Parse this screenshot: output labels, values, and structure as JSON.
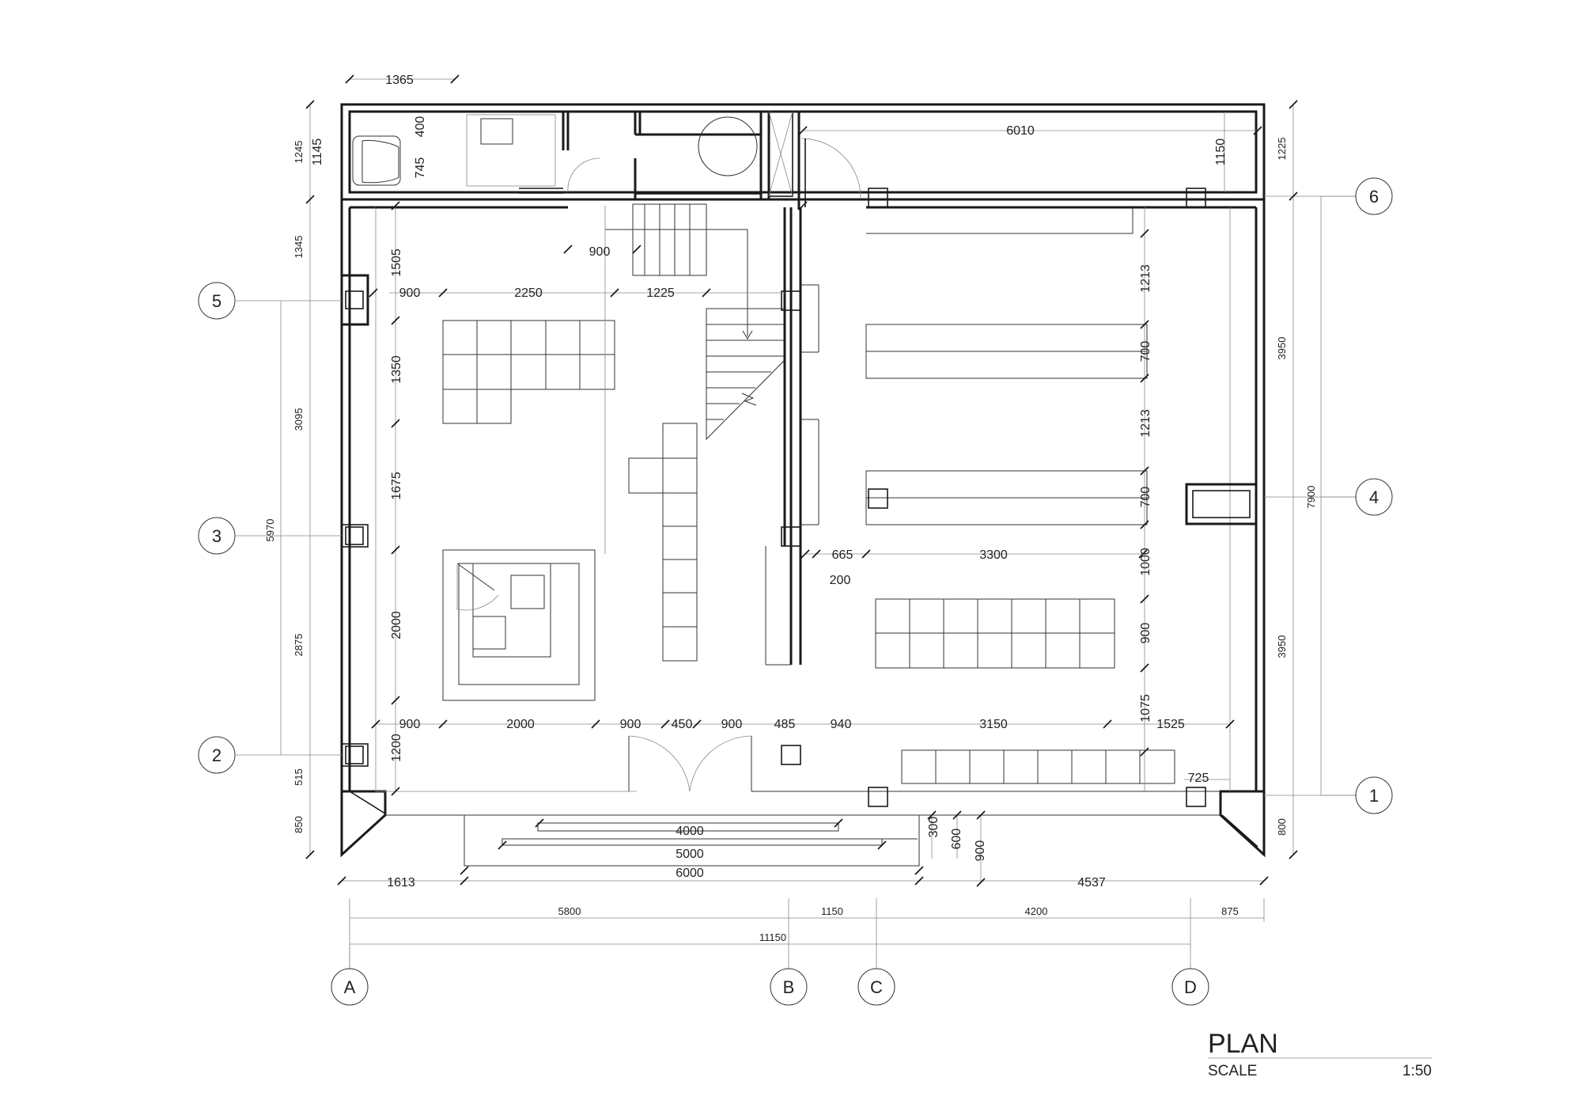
{
  "title_block": {
    "title": "PLAN",
    "scale_label": "SCALE",
    "scale_value": "1:50"
  },
  "grid_columns": [
    "A",
    "B",
    "C",
    "D"
  ],
  "grid_rows": [
    "1",
    "2",
    "3",
    "4",
    "5",
    "6"
  ],
  "dims": {
    "top_1365": "1365",
    "left_1245": "1245",
    "left_1145": "1145",
    "left_1345": "1345",
    "left_3095": "3095",
    "left_5970": "5970",
    "left_2875": "2875",
    "left_515": "515",
    "left_850": "850",
    "wc_400": "400",
    "wc_745": "745",
    "top_6010": "6010",
    "top_1150": "1150",
    "right_1225": "1225",
    "right_3950a": "3950",
    "right_3950b": "3950",
    "right_7900": "7900",
    "right_800": "800",
    "stair_900": "900",
    "v_1505": "1505",
    "r5_900": "900",
    "r5_2250": "2250",
    "r5_1225": "1225",
    "v_1350": "1350",
    "v_1675": "1675",
    "v_2000": "2000",
    "v_1200": "1200",
    "v_1213a": "1213",
    "v_700a": "700",
    "v_1213b": "1213",
    "v_700b": "700",
    "v_1000": "1000",
    "v_900": "900",
    "v_1075": "1075",
    "m_665": "665",
    "m_3300": "3300",
    "m_200": "200",
    "r2_900a": "900",
    "r2_2000": "2000",
    "r2_900b": "900",
    "r2_450": "450",
    "r2_900c": "900",
    "r2_485": "485",
    "r2_940": "940",
    "r2_3150": "3150",
    "r2_1525": "1525",
    "r1_725": "725",
    "b_4000": "4000",
    "b_5000": "5000",
    "b_6000": "6000",
    "b_300": "300",
    "b_600": "600",
    "b_900": "900",
    "b_1613": "1613",
    "b_4537": "4537",
    "bot_5800": "5800",
    "bot_1150": "1150",
    "bot_4200": "4200",
    "bot_875": "875",
    "bot_11150": "11150"
  }
}
